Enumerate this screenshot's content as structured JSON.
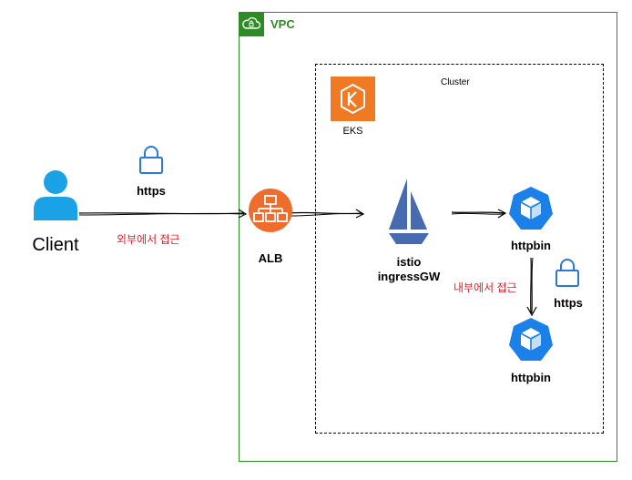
{
  "vpc": {
    "label": "VPC"
  },
  "cluster": {
    "label": "Cluster"
  },
  "eks": {
    "label": "EKS"
  },
  "client": {
    "label": "Client"
  },
  "alb": {
    "label": "ALB"
  },
  "istio": {
    "label_line1": "istio",
    "label_line2": "ingressGW"
  },
  "httpbin_top": {
    "label": "httpbin"
  },
  "httpbin_bottom": {
    "label": "httpbin"
  },
  "connections": {
    "external_https": "https",
    "external_access": "외부에서 접근",
    "internal_https": "https",
    "internal_access": "내부에서 접근"
  },
  "colors": {
    "vpc_green": "#2e8b26",
    "client_blue": "#1ba2e6",
    "alb_orange": "#ee6c2c",
    "eks_orange": "#f07a24",
    "istio_navy": "#466bb0",
    "k8s_blue": "#1b80e8",
    "lock_blue": "#2a79d8",
    "annotation_red": "#e0202a"
  }
}
